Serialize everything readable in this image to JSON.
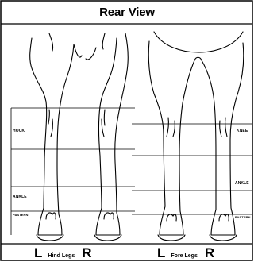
{
  "title": "Rear View",
  "hind": {
    "hock_label": "HOCK",
    "ankle_label": "ANKLE",
    "pastern_label": "PASTERN",
    "left_letter": "L",
    "right_letter": "R",
    "caption": "Hind Legs"
  },
  "fore": {
    "knee_label": "KNEE",
    "ankle_label": "ANKLE",
    "pastern_label": "PASTERN",
    "left_letter": "L",
    "right_letter": "R",
    "caption": "Fore Legs"
  }
}
